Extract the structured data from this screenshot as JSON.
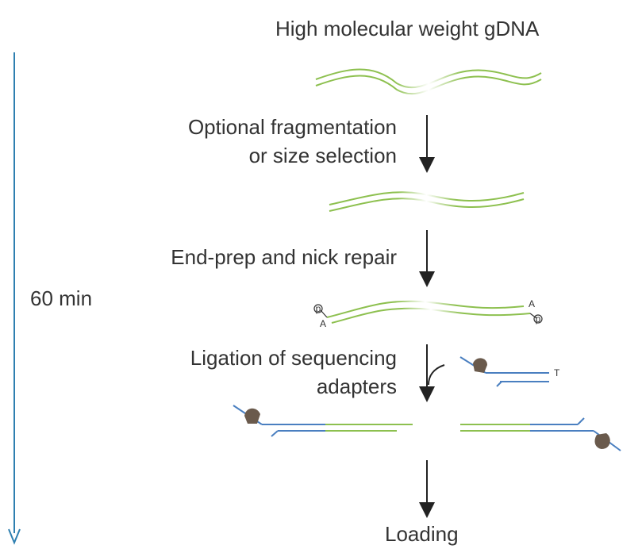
{
  "title": "High molecular weight gDNA",
  "time_label": "60 min",
  "steps": [
    {
      "line1": "Optional fragmentation",
      "line2": "or size selection"
    },
    {
      "line1": "End-prep and nick repair",
      "line2": ""
    },
    {
      "line1": "Ligation of sequencing",
      "line2": "adapters"
    }
  ],
  "final_label": "Loading",
  "annotations": {
    "a_left": "A",
    "a_right": "A",
    "p_left": "p",
    "p_right": "p",
    "t_adapter": "T"
  },
  "colors": {
    "dna": "#8dc04f",
    "adapter": "#4a7fc0",
    "motor": "#6a5a4c",
    "timeline": "#2e7fb0",
    "arrow": "#222222",
    "text": "#333333"
  }
}
